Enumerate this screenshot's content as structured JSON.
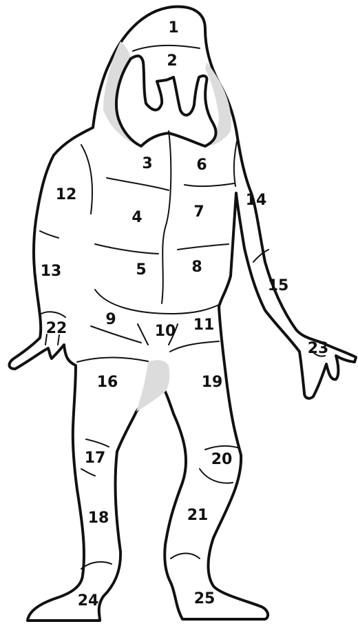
{
  "diagram": {
    "region_numbers": [
      "1",
      "2",
      "3",
      "4",
      "5",
      "6",
      "7",
      "8",
      "9",
      "10",
      "11",
      "12",
      "13",
      "14",
      "15",
      "16",
      "17",
      "18",
      "19",
      "20",
      "21",
      "22",
      "23",
      "24",
      "25"
    ]
  },
  "colors": {
    "outline": "#111111",
    "shade": "#dcdcdc",
    "background": "#ffffff"
  }
}
